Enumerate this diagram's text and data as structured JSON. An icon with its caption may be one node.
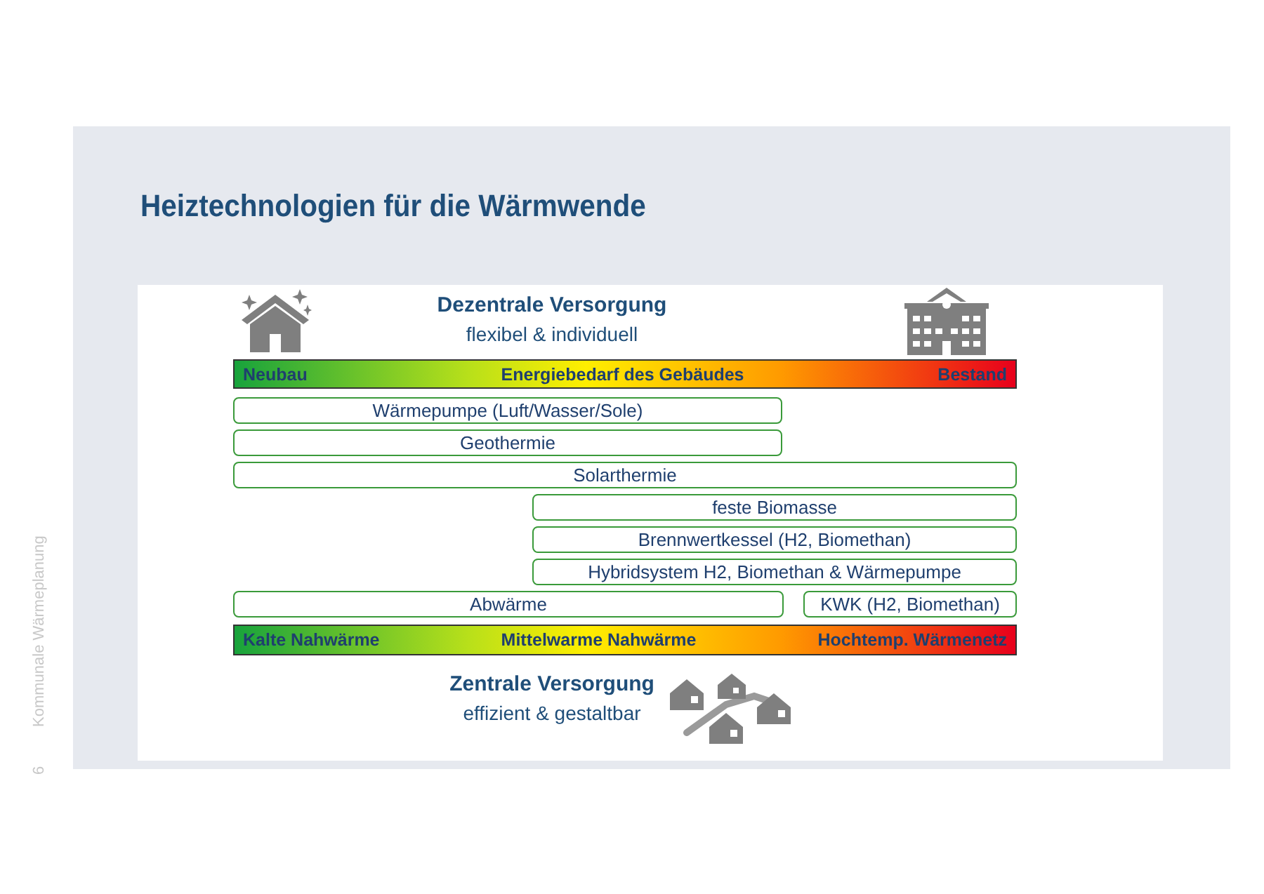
{
  "diagram": {
    "title": "Heiztechnologien für die Wärmwende",
    "nodes": [
      {
        "text": [
          "Neubau",
          "Energiebedarf des Gebäudes",
          "Bestand"
        ]
      },
      {
        "text": [
          "Wärmepumpe (Luft/Wasser/Sole)"
        ]
      },
      {
        "text": [
          "Geothermie"
        ]
      },
      {
        "text": [
          "Solarthermie"
        ]
      },
      {
        "text": [
          "feste Biomasse"
        ]
      },
      {
        "text": [
          "Brennwertkessel (H2, Biomethan)"
        ]
      },
      {
        "text": [
          "Hybridsystem H2, Biomethan & Wärmepumpe"
        ]
      },
      {
        "text": [
          "Abwärme"
        ]
      },
      {
        "text": [
          "KWK (H2, Biomethan)"
        ]
      },
      {
        "text": [
          "Kalte Nahwärme",
          "Mittelwarme Nahwärme",
          "Hochtemp. Wärmenetz"
        ]
      }
    ],
    "edges": [],
    "labels": [
      "Dezentrale Versorgung",
      "flexibel & individuell",
      "Zentrale Versorgung",
      "effizient & gestaltbar",
      "Kommunale Wärmeplanung",
      "6"
    ]
  }
}
